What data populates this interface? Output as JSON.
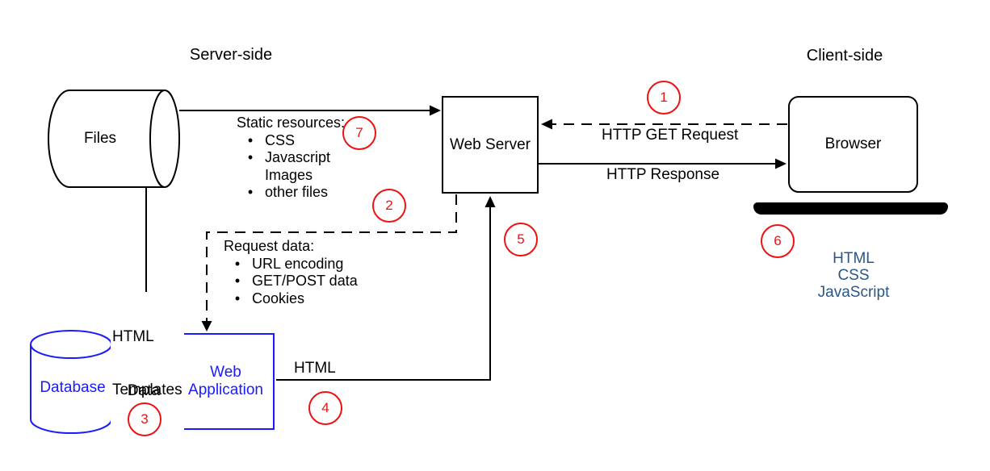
{
  "sections": {
    "server_side": "Server-side",
    "client_side": "Client-side"
  },
  "nodes": {
    "files": "Files",
    "web_server": "Web Server",
    "browser": "Browser",
    "database": "Database",
    "web_application_line1": "Web",
    "web_application_line2": "Application"
  },
  "edges": {
    "http_get_request": "HTTP GET Request",
    "http_response": "HTTP Response",
    "html_templates_line1": "HTML",
    "html_templates_line2": "Templates",
    "data": "Data",
    "html": "HTML"
  },
  "static_resources": {
    "title": "Static resources:",
    "items": [
      {
        "bullet": true,
        "label": "CSS"
      },
      {
        "bullet": true,
        "label": "Javascript"
      },
      {
        "bullet": false,
        "label": "Images"
      },
      {
        "bullet": true,
        "label": "other files"
      }
    ]
  },
  "request_data": {
    "title": "Request data:",
    "items": [
      {
        "bullet": true,
        "label": "URL encoding"
      },
      {
        "bullet": true,
        "label": "GET/POST data"
      },
      {
        "bullet": true,
        "label": "Cookies"
      }
    ]
  },
  "client_output": {
    "lines": [
      "HTML",
      "CSS",
      "JavaScript"
    ]
  },
  "steps": [
    "1",
    "2",
    "3",
    "4",
    "5",
    "6",
    "7"
  ],
  "glyphs": {
    "bullet": "•"
  },
  "colors": {
    "accent_blue": "#1a1aff",
    "step_red": "#ee1111",
    "client_output_blue": "#2a5788",
    "line_black": "#000000"
  }
}
